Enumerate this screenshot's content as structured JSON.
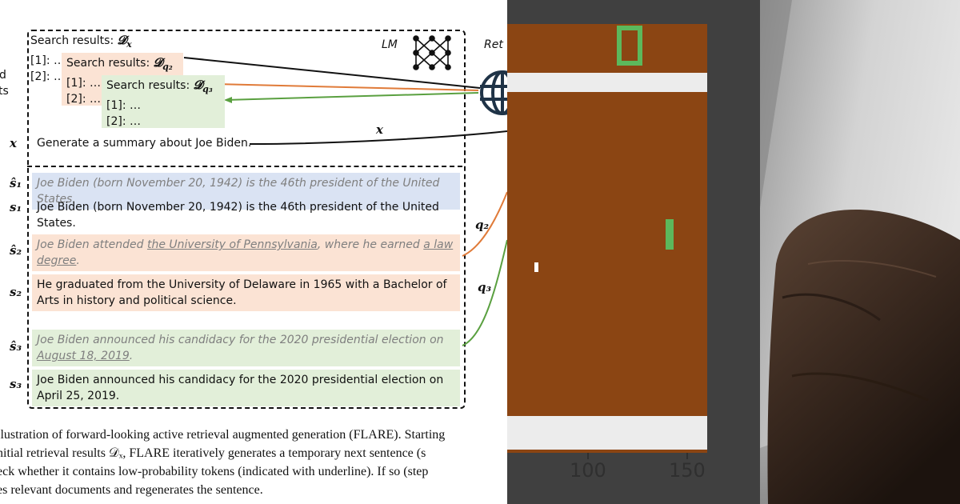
{
  "figure": {
    "partial_labels": {
      "left_d": "d",
      "left_ts": "ts",
      "ret": "Ret"
    },
    "lm_label": "LM",
    "search_dx": {
      "title": "Search results:",
      "symbol": "𝓓",
      "sub": "x",
      "items": [
        "[1]: …",
        "[2]: …"
      ]
    },
    "search_dq2": {
      "title": "Search results:",
      "symbol": "𝓓",
      "sub": "q₂",
      "items": [
        "[1]: …",
        "[2]: …"
      ]
    },
    "search_dq3": {
      "title": "Search results:",
      "symbol": "𝓓",
      "sub": "q₃",
      "items": [
        "[1]: …",
        "[2]: …"
      ]
    },
    "input": {
      "label": "x",
      "text": "Generate a summary about Joe Biden.",
      "edge": "x"
    },
    "edges": {
      "q2": "q₂",
      "q3": "q₃"
    },
    "sentences": [
      {
        "label": "ŝ₁",
        "kind": "generated",
        "color": "blue",
        "parts": [
          "Joe Biden (born November 20, 1942) is the 46th president of the United States."
        ]
      },
      {
        "label": "s₁",
        "kind": "final",
        "color": "plain",
        "parts": [
          "Joe Biden (born November 20, 1942) is the 46th president of the United States."
        ]
      },
      {
        "label": "ŝ₂",
        "kind": "generated",
        "color": "orange",
        "parts": [
          "Joe Biden attended ",
          "the University of Pennsylvania",
          ", where he earned ",
          "a law degree",
          "."
        ]
      },
      {
        "label": "s₂",
        "kind": "final",
        "color": "orange",
        "parts": [
          "He graduated from the University of Delaware in 1965 with a Bachelor of Arts in history and political science."
        ]
      },
      {
        "label": "ŝ₃",
        "kind": "generated",
        "color": "green",
        "parts": [
          "Joe Biden announced his candidacy for the 2020 presidential election on ",
          "August 18, 2019",
          "."
        ]
      },
      {
        "label": "s₃",
        "kind": "final",
        "color": "green",
        "parts": [
          "Joe Biden announced his candidacy for the 2020 presidential election on April 25, 2019."
        ]
      }
    ],
    "caption_lines": [
      "llustration of forward-looking active retrieval augmented generation (FLARE). Starting",
      "nitial retrieval results 𝒟ₓ, FLARE iteratively generates a temporary next sentence (s",
      "eck whether it contains low-probability tokens (indicated with underline). If so (step",
      "es relevant documents and regenerates the sentence."
    ],
    "colors": {
      "orange_fill": "#fbe3d4",
      "green_fill": "#e2efd9",
      "blue_fill": "#dae3f3",
      "orange_edge": "#e07b39",
      "green_edge": "#5aa040"
    }
  },
  "game": {
    "x_ticks": [
      "100",
      "150"
    ],
    "colors": {
      "court": "#8b4513",
      "wall": "#ececec",
      "paddle": "#5cb85c",
      "ball": "#ffffff",
      "frame": "#404040"
    }
  },
  "photo": {
    "subject": "hand-on-surface"
  }
}
